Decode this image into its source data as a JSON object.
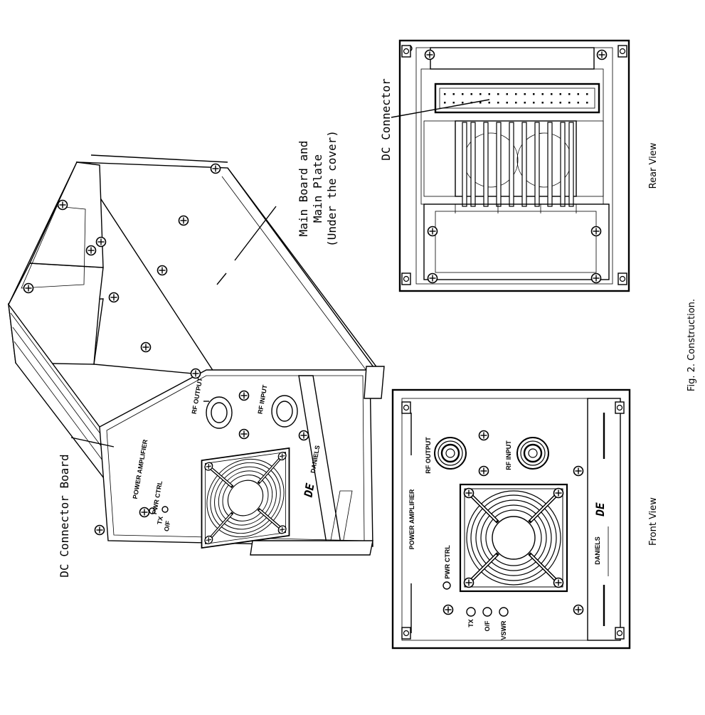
{
  "labels": {
    "dc_connector_board": "DC Connector  Board",
    "main_board_line1": "Main Board and",
    "main_board_line2": "Main Plate",
    "main_board_line3": "(Under the cover)",
    "dc_connector": "DC Connector",
    "front_view": "Front View",
    "rear_view": "Rear View",
    "caption": "Fig. 2.  Construction."
  },
  "front_panel": {
    "power_amplifier": "POWER  AMPLIFIER",
    "rf_output": "RF OUTPUT",
    "rf_input": "RF INPUT",
    "pwr_ctrl": "PWR  CTRL",
    "tx": "TX",
    "of": "O/F",
    "vswr": "VSWR",
    "logo": "DE",
    "brand": "DANIELS"
  },
  "iso_panel": {
    "power_amplifier": "POWER  AMPLIFIER",
    "rf_output": "RF OUTPUT",
    "rf_input": "RF INPUT",
    "pwr_ctrl": "PWR  CTRL",
    "tx": "TX",
    "of": "O/F",
    "logo": "DE",
    "brand": "DANIELS"
  },
  "icons": [
    "screw-icon",
    "fan-icon",
    "rf-connector-icon",
    "led-icon"
  ]
}
